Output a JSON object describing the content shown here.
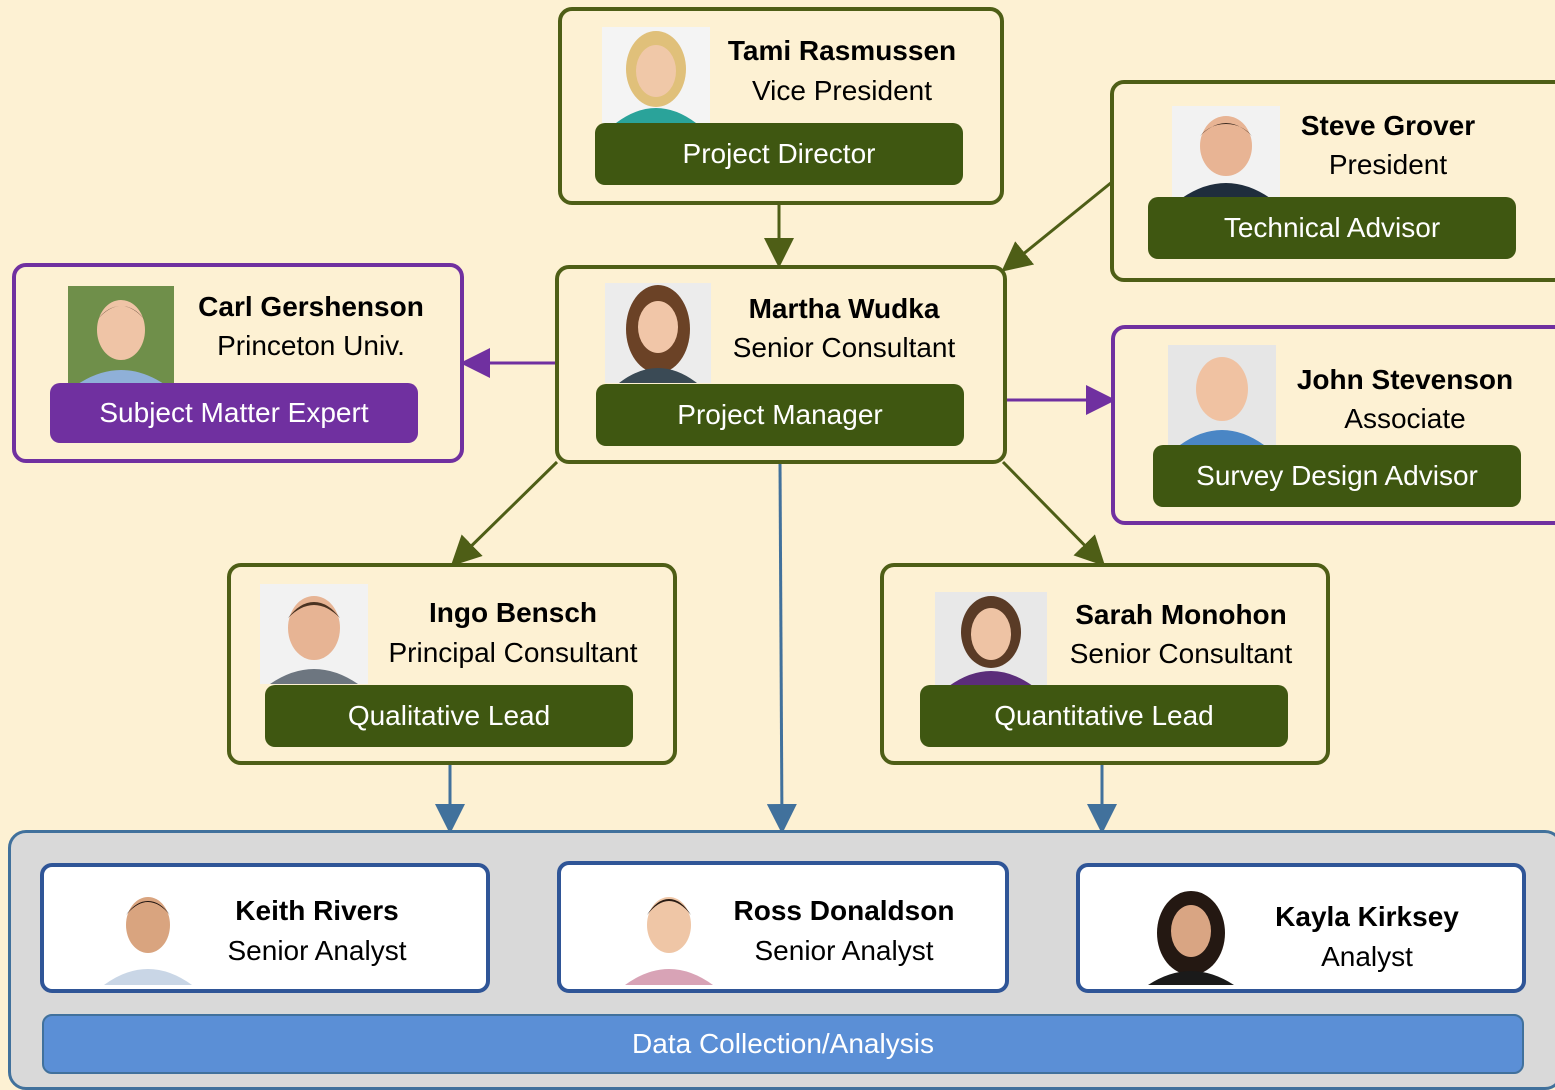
{
  "people": {
    "tami": {
      "name": "Tami Rasmussen",
      "title": "Vice President",
      "role": "Project Director"
    },
    "steve": {
      "name": "Steve Grover",
      "title": "President",
      "role": "Technical Advisor"
    },
    "martha": {
      "name": "Martha Wudka",
      "title": "Senior Consultant",
      "role": "Project Manager"
    },
    "carl": {
      "name": "Carl Gershenson",
      "title": "Princeton Univ.",
      "role": "Subject Matter Expert"
    },
    "john": {
      "name": "John Stevenson",
      "title": "Associate",
      "role": "Survey Design Advisor"
    },
    "ingo": {
      "name": "Ingo Bensch",
      "title": "Principal Consultant",
      "role": "Qualitative Lead"
    },
    "sarah": {
      "name": "Sarah Monohon",
      "title": "Senior Consultant",
      "role": "Quantitative Lead"
    }
  },
  "team": {
    "keith": {
      "name": "Keith Rivers",
      "title": "Senior Analyst"
    },
    "ross": {
      "name": "Ross Donaldson",
      "title": "Senior Analyst"
    },
    "kayla": {
      "name": "Kayla Kirksey",
      "title": "Analyst"
    },
    "bar_label": "Data Collection/Analysis"
  },
  "colors": {
    "background": "#fdf1d3",
    "leadership_border": "#4e5e16",
    "role_green": "#3f5711",
    "advisor_purple": "#7030a0",
    "team_blue": "#2f5597",
    "bar_blue": "#5b8fd6",
    "panel_gray": "#d9d9d9"
  }
}
